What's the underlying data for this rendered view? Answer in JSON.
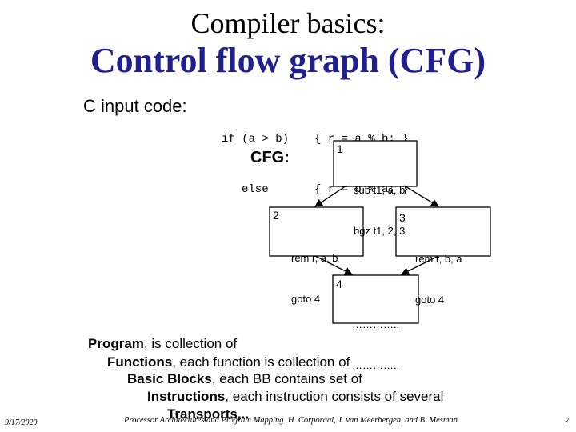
{
  "slide": {
    "title": "Compiler basics:",
    "subtitle": "Control flow graph (CFG)",
    "c_input_label": "C input code:",
    "code": {
      "left_line1": "if (a > b)",
      "left_line2": "else",
      "right_line1": "{ r = a % b; }",
      "right_line2": "{ r = b % a; }"
    },
    "cfg_label": "CFG:"
  },
  "cfg": {
    "nodes": [
      {
        "id": "1",
        "lines": [
          "sub t1, a, b",
          "bgz t1, 2, 3"
        ]
      },
      {
        "id": "2",
        "lines": [
          "rem r, a, b",
          "goto 4"
        ]
      },
      {
        "id": "3",
        "lines": [
          "rem r, b, a",
          "goto 4"
        ]
      },
      {
        "id": "4",
        "lines": [
          "…………..",
          "…………..",
          ""
        ]
      }
    ],
    "edges": [
      {
        "from": "1",
        "to": "2"
      },
      {
        "from": "1",
        "to": "3"
      },
      {
        "from": "2",
        "to": "4"
      },
      {
        "from": "3",
        "to": "4"
      }
    ]
  },
  "program_text": {
    "line1_bold": "Program",
    "line1_rest": ", is collection of",
    "line2_bold": "Functions",
    "line2_rest": ", each function is collection of",
    "line3_bold": "Basic Blocks",
    "line3_rest": ", each BB contains set of",
    "line4_bold": "Instructions",
    "line4_rest": ", each instruction consists of several",
    "line5_bold": "Transports,.."
  },
  "footer": {
    "date": "9/17/2020",
    "course": "Processor Architectures and Program Mapping",
    "authors": "H. Corporaal, J. van Meerbergen, and B. Mesman",
    "page": "7"
  },
  "colors": {
    "title_blue": "#1f1f8f",
    "text": "#000000",
    "background": "#ffffff"
  }
}
